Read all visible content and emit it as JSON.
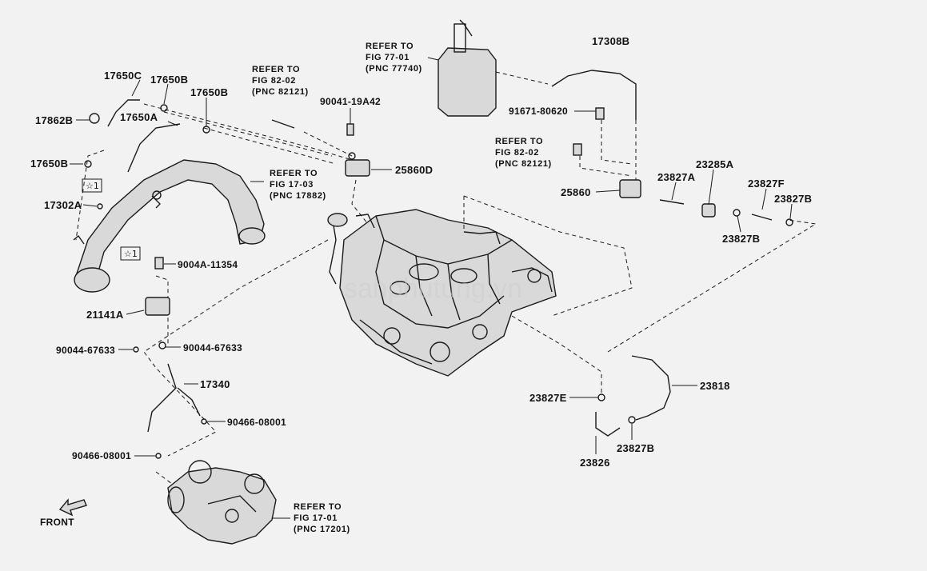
{
  "labels": {
    "p17650C": "17650C",
    "p17650B_1": "17650B",
    "p17650B_2": "17650B",
    "p17862B": "17862B",
    "p17650A": "17650A",
    "p17650B_3": "17650B",
    "p17302A": "17302A",
    "p9004A": "9004A-11354",
    "p21141A": "21141A",
    "p90044_L": "90044-67633",
    "p90044_R": "90044-67633",
    "p17340": "17340",
    "p90466_R": "90466-08001",
    "p90466_L": "90466-08001",
    "p90041": "90041-19A42",
    "p25860D": "25860D",
    "p17308B": "17308B",
    "p91671": "91671-80620",
    "p25860": "25860",
    "p23827A": "23827A",
    "p23285A": "23285A",
    "p23827F": "23827F",
    "p23827B_1": "23827B",
    "p23827B_2": "23827B",
    "p23818": "23818",
    "p23827E": "23827E",
    "p23827B_3": "23827B",
    "p23826": "23826",
    "front": "FRONT",
    "star1": "☆1",
    "star2": "☆1"
  },
  "refs": {
    "fig7701": [
      "REFER TO",
      "FIG 77-01",
      "(PNC 77740)"
    ],
    "fig8202_a": [
      "REFER TO",
      "FIG 82-02",
      "(PNC 82121)"
    ],
    "fig1703": [
      "REFER TO",
      "FIG 17-03",
      "(PNC 17882)"
    ],
    "fig8202_b": [
      "REFER TO",
      "FIG 82-02",
      "(PNC 82121)"
    ],
    "fig1701": [
      "REFER TO",
      "FIG 17-01",
      "(PNC 17201)"
    ]
  },
  "watermark": "sanphutung.vn",
  "colors": {
    "background": "#f2f2f2",
    "ink": "#1a1a1a"
  }
}
